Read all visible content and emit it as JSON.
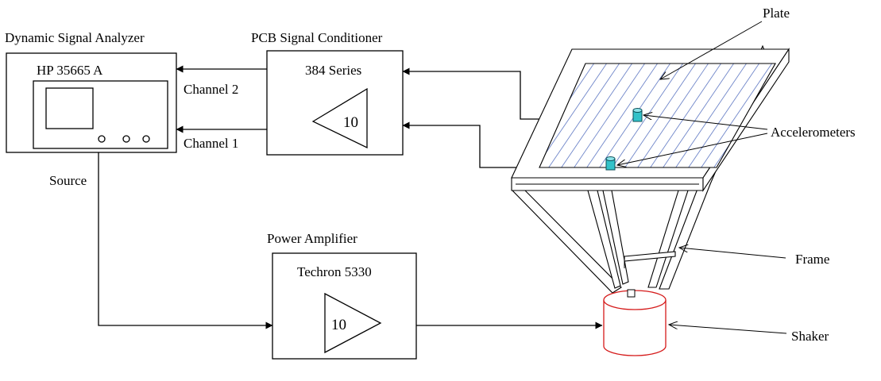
{
  "blocks": {
    "analyzer": {
      "caption": "Dynamic Signal Analyzer",
      "model": "HP 35665 A"
    },
    "conditioner": {
      "caption": "PCB Signal Conditioner",
      "model": "384 Series",
      "gain": "10"
    },
    "amplifier": {
      "caption": "Power Amplifier",
      "model": "Techron 5330",
      "gain": "10"
    }
  },
  "signals": {
    "channel_2": "Channel 2",
    "channel_1": "Channel 1",
    "source": "Source"
  },
  "rig": {
    "plate": "Plate",
    "accelerometers": "Accelerometers",
    "frame": "Frame",
    "shaker": "Shaker"
  },
  "colors": {
    "plate_hatch": "#6f86c9",
    "accelerometer": "#33c2c9",
    "shaker_outline": "#d51a1a"
  }
}
